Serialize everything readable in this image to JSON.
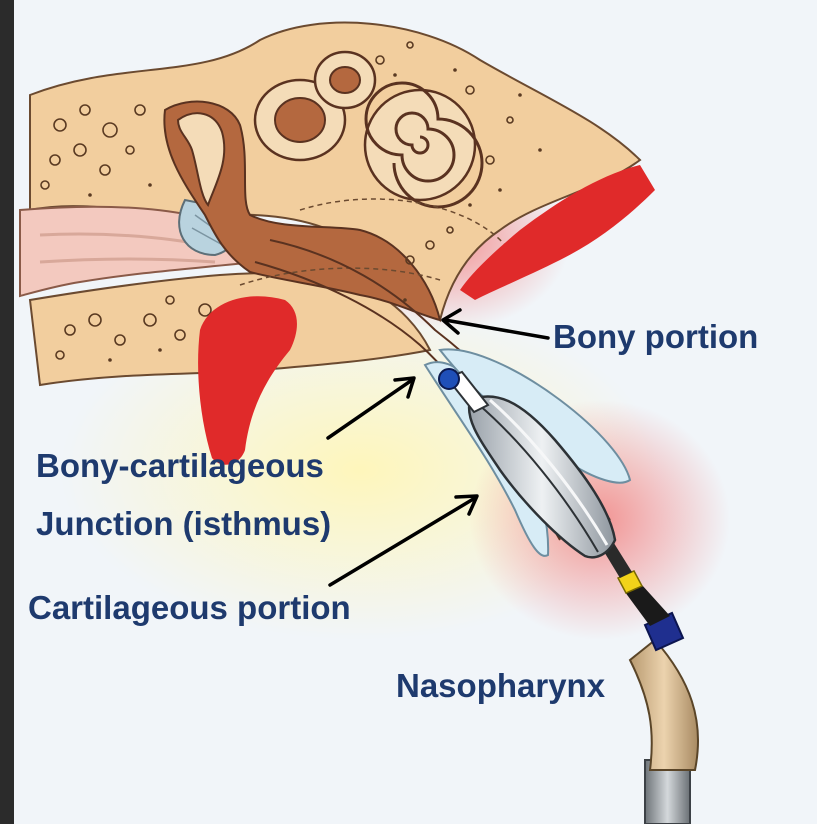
{
  "colors": {
    "label_text": "#1e3a6e",
    "frame": "#2b2b2b",
    "canvas_background": "#f1f5f9",
    "bone": "#f2ce9e",
    "bone_dots": "#5a3a22",
    "artery": "#e02a2a",
    "balloon": "#bfc6cc",
    "cartilage": "#d7ecf6",
    "catheter_shaft": "#d9b98e",
    "marker_blue": "#1f2f8f",
    "marker_yellow": "#f2d21a"
  },
  "icons": {
    "device": "balloon-catheter",
    "tip": "blue-ball-tip",
    "arrows": "pointer-arrow"
  },
  "labels": {
    "bony_portion": "Bony portion",
    "junction_line1": "Bony-cartilageous",
    "junction_line2": "Junction (isthmus)",
    "cartilageous_portion": "Cartilageous portion",
    "nasopharynx": "Nasopharynx"
  }
}
